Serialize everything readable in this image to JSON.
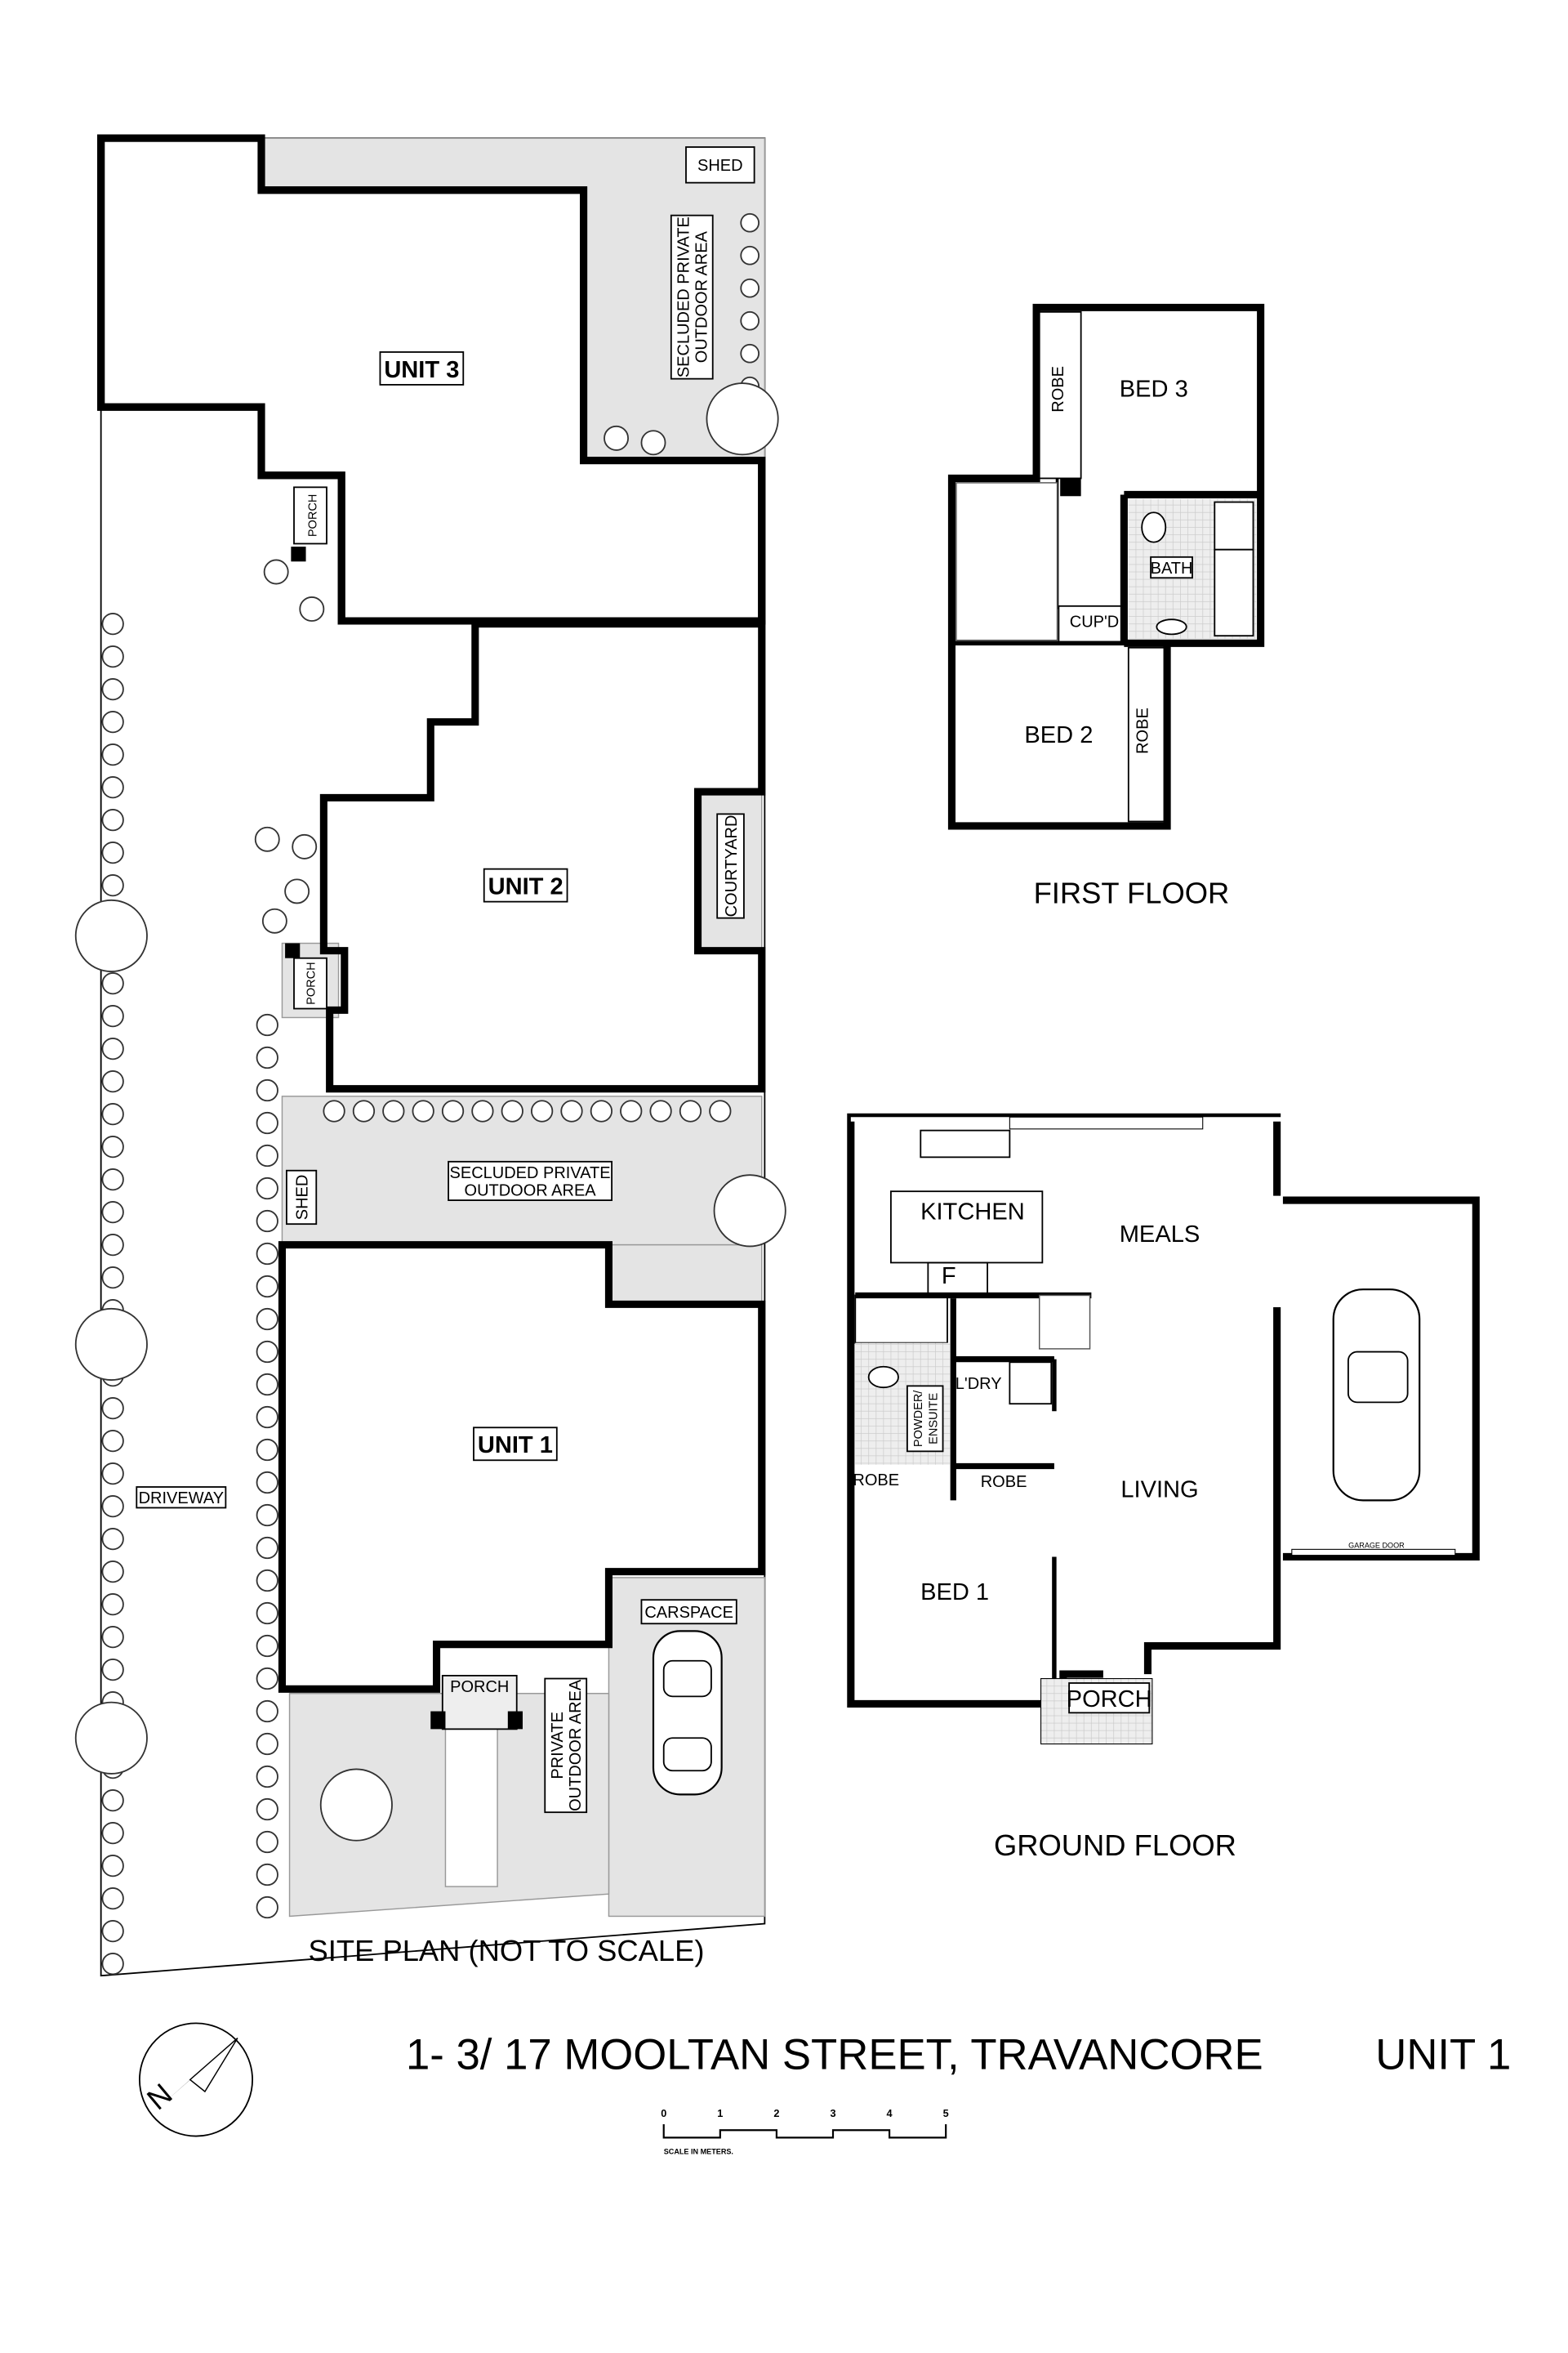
{
  "site_plan": {
    "title": "SITE PLAN (NOT TO SCALE)",
    "unit3": "UNIT 3",
    "unit2": "UNIT 2",
    "unit1": "UNIT 1",
    "shed_top": "SHED",
    "secluded_top_line1": "SECLUDED PRIVATE",
    "secluded_top_line2": "OUTDOOR AREA",
    "porch3": "PORCH",
    "porch2": "PORCH",
    "courtyard": "COURTYARD",
    "secluded_mid_line1": "SECLUDED PRIVATE",
    "secluded_mid_line2": "OUTDOOR AREA",
    "shed_mid": "SHED",
    "driveway": "DRIVEWAY",
    "carspace": "CARSPACE",
    "porch1": "PORCH",
    "private_line1": "PRIVATE",
    "private_line2": "OUTDOOR AREA"
  },
  "first_floor": {
    "title": "FIRST FLOOR",
    "bed3": "BED 3",
    "robe_a": "ROBE",
    "bath": "BATH",
    "cupd": "CUP'D",
    "bed2": "BED 2",
    "robe_b": "ROBE"
  },
  "ground_floor": {
    "title": "GROUND FLOOR",
    "kitchen": "KITCHEN",
    "meals": "MEALS",
    "fridge": "F",
    "laundry": "L'DRY",
    "powder_line1": "POWDER/",
    "powder_line2": "ENSUITE",
    "robe_a": "ROBE",
    "robe_b": "ROBE",
    "living": "LIVING",
    "bed1": "BED 1",
    "porch": "PORCH",
    "garage_door": "GARAGE DOOR"
  },
  "footer": {
    "address": "1- 3/ 17 MOOLTAN STREET, TRAVANCORE",
    "unit": "UNIT 1",
    "scale_ticks": [
      "0",
      "1",
      "2",
      "3",
      "4",
      "5"
    ],
    "scale_label": "SCALE IN METERS.",
    "compass_letter": "N"
  }
}
